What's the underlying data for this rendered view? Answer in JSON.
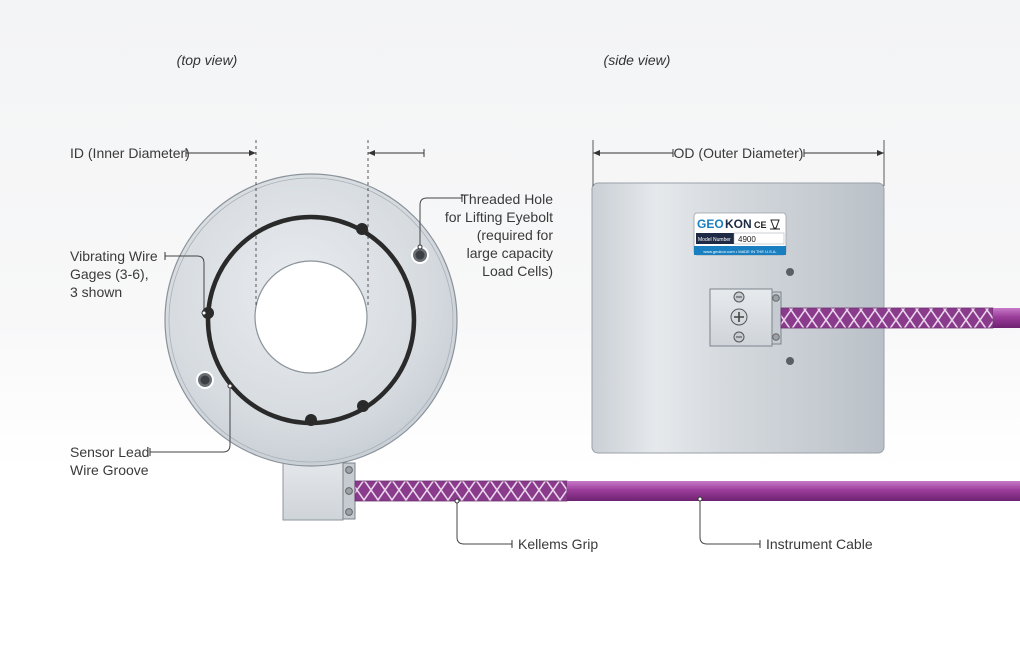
{
  "views": {
    "top": "(top view)",
    "side": "(side view)"
  },
  "labels": {
    "id": "ID (Inner Diameter)",
    "od": "OD (Outer Diameter)",
    "threaded": [
      "Threaded Hole",
      "for Lifting Eyebolt",
      "(required for",
      "large capacity",
      "Load Cells)"
    ],
    "vibrating": [
      "Vibrating Wire",
      "Gages (3-6),",
      "3 shown"
    ],
    "sensor": [
      "Sensor Lead",
      "Wire Groove"
    ],
    "kellems": "Kellems Grip",
    "cable": "Instrument Cable"
  },
  "nameplate": {
    "brand_a": "GEO",
    "brand_b": "KON",
    "ce": "CE",
    "model_label": "Model Number",
    "model_value": "4900",
    "footer": "www.geokon.com  •  MADE IN THE U.S.A."
  },
  "colors": {
    "cable": "#9b3d9b",
    "brand_blue": "#1a7fc1",
    "steel": "#d2d7dc"
  }
}
